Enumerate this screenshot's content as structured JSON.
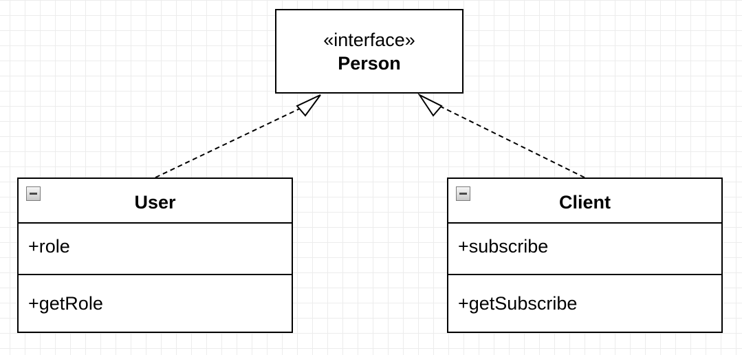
{
  "interface": {
    "stereotype": "«interface»",
    "name": "Person"
  },
  "classes": [
    {
      "name": "User",
      "attributes": [
        "+role"
      ],
      "operations": [
        "+getRole"
      ]
    },
    {
      "name": "Client",
      "attributes": [
        "+subscribe"
      ],
      "operations": [
        "+getSubscribe"
      ]
    }
  ],
  "relationships": [
    {
      "from": "User",
      "to": "Person",
      "type": "realization"
    },
    {
      "from": "Client",
      "to": "Person",
      "type": "realization"
    }
  ],
  "icons": {
    "collapse": "collapse-icon"
  }
}
